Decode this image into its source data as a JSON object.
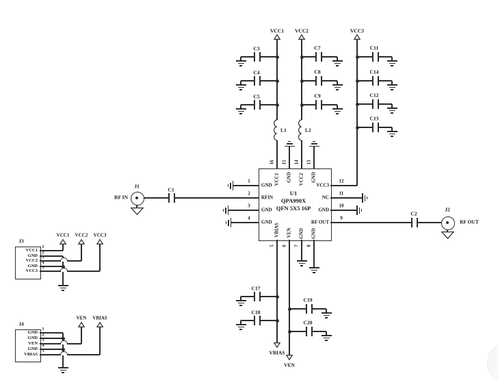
{
  "nets": {
    "vcc1": "VCC1",
    "vcc2": "VCC2",
    "vcc3": "VCC3",
    "ven": "VEN",
    "vbias": "VBIAS"
  },
  "ic": {
    "ref": "U1",
    "part": "QPA990X",
    "package": "QFN 5X5 16P",
    "pins_left": [
      {
        "num": "1",
        "name": "GND"
      },
      {
        "num": "2",
        "name": "RFIN"
      },
      {
        "num": "3",
        "name": "GND"
      },
      {
        "num": "4",
        "name": "GND"
      }
    ],
    "pins_right": [
      {
        "num": "12",
        "name": "VCC3"
      },
      {
        "num": "11",
        "name": "NC"
      },
      {
        "num": "10",
        "name": "GND"
      },
      {
        "num": "9",
        "name": "RF OUT"
      }
    ],
    "pins_top": [
      {
        "num": "16",
        "name": "VCC1"
      },
      {
        "num": "15",
        "name": "GND"
      },
      {
        "num": "14",
        "name": "VCC2"
      },
      {
        "num": "13",
        "name": "GND"
      }
    ],
    "pins_bottom": [
      {
        "num": "5",
        "name": "VBIAS"
      },
      {
        "num": "6",
        "name": "VEN"
      },
      {
        "num": "7",
        "name": "GND"
      },
      {
        "num": "8",
        "name": "GND"
      }
    ]
  },
  "inductors": {
    "l1": "L1",
    "l2": "L2"
  },
  "capacitors": {
    "c1": "C1",
    "c2": "C2",
    "c3": "C3",
    "c4": "C4",
    "c5": "C5",
    "c7": "C7",
    "c8": "C8",
    "c9": "C9",
    "c11": "C11",
    "c12": "C12",
    "c13": "C13",
    "c14": "C14",
    "c17": "C17",
    "c18": "C18",
    "c19": "C19",
    "c20": "C20"
  },
  "connectors": {
    "j1": {
      "ref": "J1",
      "label": "RF IN"
    },
    "j2": {
      "ref": "J2",
      "label": "RF OUT"
    },
    "j3": {
      "ref": "J3",
      "rails": [
        "VCC1",
        "VCC2",
        "VCC3"
      ],
      "pins": [
        {
          "num": "1",
          "name": "VCC1"
        },
        {
          "num": "2",
          "name": "GND"
        },
        {
          "num": "3",
          "name": "VCC2"
        },
        {
          "num": "4",
          "name": "GND"
        },
        {
          "num": "5",
          "name": "VCC3"
        }
      ]
    },
    "j4": {
      "ref": "J4",
      "rails": [
        "VEN",
        "VBIAS"
      ],
      "pins": [
        {
          "num": "1",
          "name": "GND"
        },
        {
          "num": "2",
          "name": "GND"
        },
        {
          "num": "3",
          "name": "VEN"
        },
        {
          "num": "4",
          "name": "GND"
        },
        {
          "num": "5",
          "name": "VBIAS"
        }
      ]
    }
  },
  "colors": {
    "wire": "#2b2b2b",
    "text": "#161616",
    "background": "#ffffff",
    "watermark": "#f7f7f7"
  }
}
